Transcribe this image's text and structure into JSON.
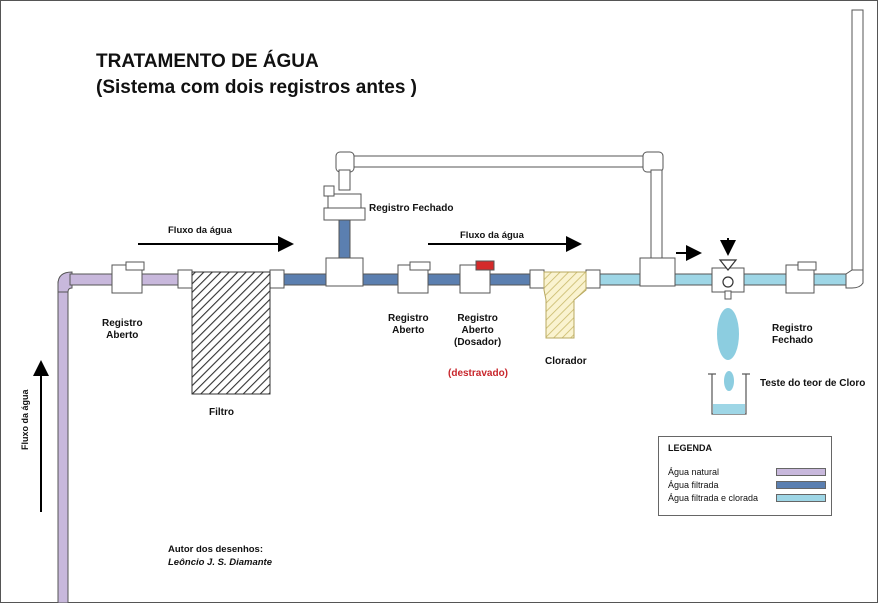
{
  "title": "TRATAMENTO DE ÁGUA",
  "subtitle": "(Sistema com dois registros antes )",
  "labels": {
    "registro_fechado_top": "Registro Fechado",
    "fluxo_1": "Fluxo da água",
    "fluxo_2": "Fluxo da água",
    "fluxo_vertical": "Fluxo da água",
    "registro_aberto_1": [
      "Registro",
      "Aberto"
    ],
    "filtro": "Filtro",
    "registro_aberto_2": [
      "Registro",
      "Aberto"
    ],
    "registro_dosador": [
      "Registro",
      "Aberto",
      "(Dosador)"
    ],
    "destravado": "(destravado)",
    "clorador": "Clorador",
    "registro_fechado_right": [
      "Registro",
      "Fechado"
    ],
    "teste": "Teste do teor de Cloro"
  },
  "legend": {
    "title": "LEGENDA",
    "items": [
      {
        "label": "Água natural",
        "color": "#c8b8dc"
      },
      {
        "label": "Água filtrada",
        "color": "#5b7fb0"
      },
      {
        "label": "Água filtrada e clorada",
        "color": "#9ed6e6"
      }
    ]
  },
  "author": {
    "line1": "Autor dos desenhos:",
    "line2": "Leôncio J. S. Diamante"
  },
  "colors": {
    "natural": "#c8b8dc",
    "filtrada": "#5b7fb0",
    "clorada": "#9ed6e6",
    "pipe_outline": "#555555",
    "dosador_red": "#d42a2a",
    "filter_hatch": "#333333",
    "clorador_hatch": "#c9b96a",
    "water_drop": "#8ccde0"
  }
}
